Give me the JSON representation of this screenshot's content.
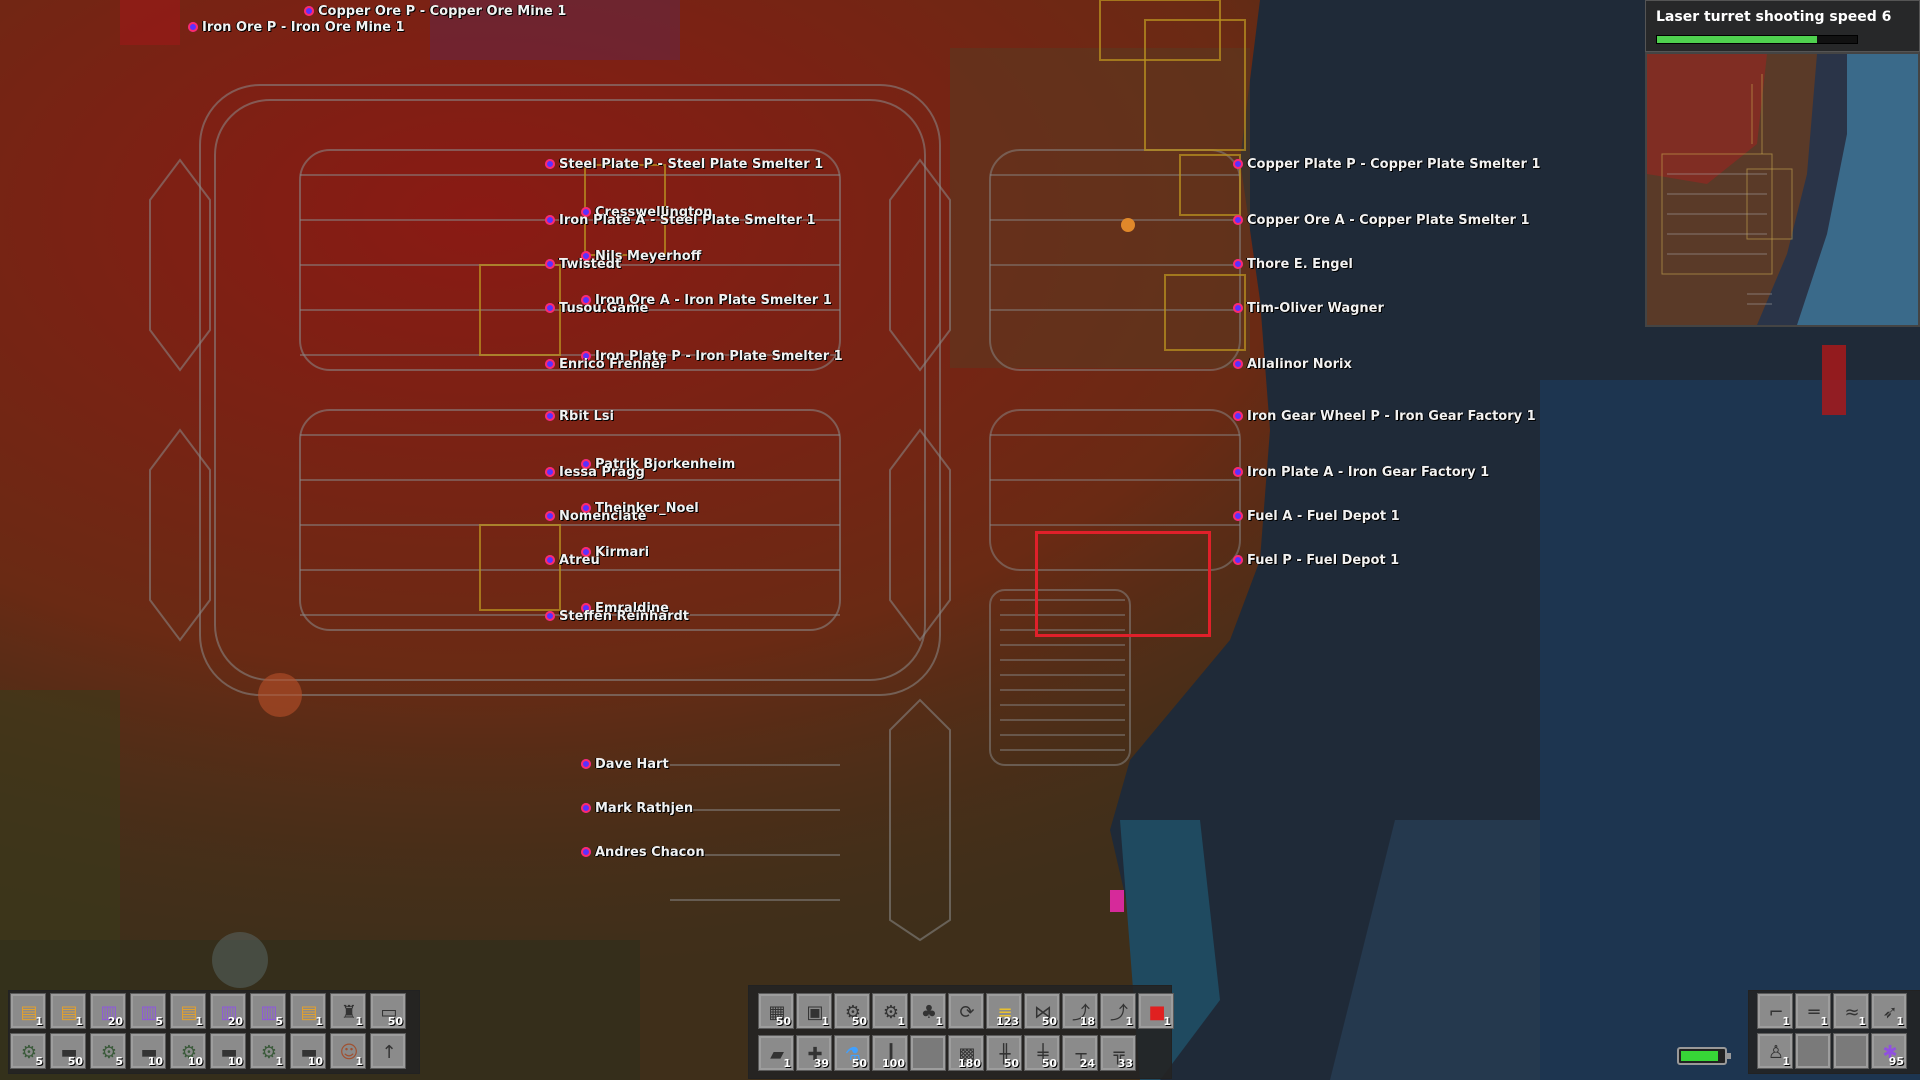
{
  "research": {
    "title": "Laser turret shooting speed 6",
    "progress": 0.8
  },
  "labels": {
    "l1": "Copper Ore P - Copper Ore Mine 1",
    "l2": "Iron Ore P - Iron Ore Mine 1",
    "l3": "Steel Plate P - Steel Plate Smelter 1",
    "l4": "Cresswellington",
    "l5": "Iron Plate A - Steel Plate Smelter 1",
    "l6": "Nils Meyerhoff",
    "l7": "Twistedt",
    "l8": "Iron Ore A - Iron Plate Smelter 1",
    "l9": "Tusou.Game",
    "l10": "Iron Plate P - Iron Plate Smelter 1",
    "l11": "Enrico Frenner",
    "l12": "Rbit Lsi",
    "l13": "Patrik Bjorkenheim",
    "l14": "Iessa Pragg",
    "l15": "Theinker_Noel",
    "l16": "Nomenclate",
    "l17": "Kirmari",
    "l18": "Atreu",
    "l19": "Emraldine",
    "l20": "Steffen Reinhardt",
    "l21": "Dave Hart",
    "l22": "Mark Rathjen",
    "l23": "Andres Chacon",
    "r1": "Copper Plate P - Copper Plate Smelter 1",
    "r2": "Copper Ore A - Copper Plate Smelter 1",
    "r3": "Thore E. Engel",
    "r4": "Tim-Oliver Wagner",
    "r5": "Allalinor Norix",
    "r6": "Iron Gear Wheel P - Iron Gear Factory 1",
    "r7": "Iron Plate A - Iron Gear Factory 1",
    "r8": "Fuel A - Fuel Depot 1",
    "r9": "Fuel P - Fuel Depot 1"
  },
  "quickbar": {
    "row1": [
      {
        "icon": "blueprint-icon",
        "count": "1"
      },
      {
        "icon": "blueprint-icon",
        "count": "1"
      },
      {
        "icon": "blueprint-book-icon",
        "count": "20"
      },
      {
        "icon": "blueprint-book-icon",
        "count": "5"
      },
      {
        "icon": "blueprint-icon",
        "count": "1"
      },
      {
        "icon": "blueprint-book-icon",
        "count": "20"
      },
      {
        "icon": "blueprint-book-icon",
        "count": "5"
      },
      {
        "icon": "blueprint-icon",
        "count": "1"
      },
      {
        "icon": "roboport-icon",
        "count": "1"
      },
      {
        "icon": "storage-chest-icon",
        "count": "50"
      }
    ],
    "row2": [
      {
        "icon": "assembler-icon",
        "count": "5"
      },
      {
        "icon": "chest-icon",
        "count": "50"
      },
      {
        "icon": "assembler-icon",
        "count": "5"
      },
      {
        "icon": "chest-icon",
        "count": "10"
      },
      {
        "icon": "assembler-icon",
        "count": "10"
      },
      {
        "icon": "chest-icon",
        "count": "10"
      },
      {
        "icon": "assembler-icon",
        "count": "1"
      },
      {
        "icon": "chest-icon",
        "count": "10"
      },
      {
        "icon": "character-icon",
        "count": "1"
      },
      {
        "icon": "arrow-up-icon",
        "count": ""
      }
    ]
  },
  "toolbelt": {
    "row1": [
      {
        "icon": "wooden-chest-icon",
        "count": "50"
      },
      {
        "icon": "iron-chest-icon",
        "count": "1"
      },
      {
        "icon": "gear-icon",
        "count": "50"
      },
      {
        "icon": "gear-icon",
        "count": "1"
      },
      {
        "icon": "engine-icon",
        "count": "1"
      },
      {
        "icon": "refresh-icon",
        "count": ""
      },
      {
        "icon": "belt-icon",
        "count": "123"
      },
      {
        "icon": "splitter-icon",
        "count": "50"
      },
      {
        "icon": "inserter-icon",
        "count": "18"
      },
      {
        "icon": "blue-inserter-icon",
        "count": "1"
      },
      {
        "icon": "red-item-icon",
        "count": "1"
      }
    ],
    "row2": [
      {
        "icon": "car-icon",
        "count": "1"
      },
      {
        "icon": "repair-pack-icon",
        "count": "39"
      },
      {
        "icon": "flask-icon",
        "count": "50"
      },
      {
        "icon": "pole-icon",
        "count": "100"
      },
      {
        "icon": "empty-slot",
        "count": ""
      },
      {
        "icon": "brick-icon",
        "count": "180"
      },
      {
        "icon": "rail-icon",
        "count": "50"
      },
      {
        "icon": "rail-signal-icon",
        "count": "50"
      },
      {
        "icon": "power-pole-icon",
        "count": "24"
      },
      {
        "icon": "big-pole-icon",
        "count": "33"
      }
    ]
  },
  "weapons": {
    "guns": [
      {
        "icon": "pistol-icon",
        "count": "1"
      },
      {
        "icon": "rifle-icon",
        "count": "1"
      },
      {
        "icon": "shotgun-icon",
        "count": "1"
      },
      {
        "icon": "rocket-launcher-icon",
        "count": "1"
      }
    ],
    "ammo": [
      {
        "icon": "armor-icon",
        "count": "1"
      },
      {
        "icon": "empty-slot",
        "count": ""
      },
      {
        "icon": "empty-slot",
        "count": ""
      },
      {
        "icon": "capsule-icon",
        "count": "95"
      }
    ]
  },
  "battery": {
    "level": 0.9
  },
  "colors": {
    "belt": "#8a8a8a",
    "player_dot": "#5a30ff",
    "selection": "#e0202a",
    "research_bar": "#4fd14f"
  }
}
